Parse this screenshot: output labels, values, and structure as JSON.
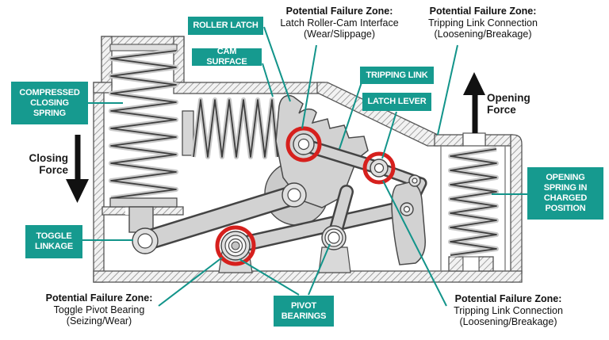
{
  "diagram_labels": {
    "roller_latch": "ROLLER LATCH",
    "cam_surface": "CAM SURFACE",
    "compressed_closing_spring": "COMPRESSED CLOSING SPRING",
    "tripping_link": "TRIPPING LINK",
    "latch_lever": "LATCH LEVER",
    "opening_spring": "OPENING SPRING IN CHARGED POSITION",
    "toggle_linkage": "TOGGLE LINKAGE",
    "pivot_bearings": "PIVOT BEARINGS"
  },
  "failure_zones": [
    {
      "position": "top-center",
      "heading": "Potential Failure Zone:",
      "detail": "Latch Roller-Cam Interface",
      "mode": "(Wear/Slippage)"
    },
    {
      "position": "top-right",
      "heading": "Potential Failure Zone:",
      "detail": "Tripping Link Connection",
      "mode": "(Loosening/Breakage)"
    },
    {
      "position": "bottom-left",
      "heading": "Potential Failure Zone:",
      "detail": "Toggle Pivot Bearing",
      "mode": "(Seizing/Wear)"
    },
    {
      "position": "bottom-right",
      "heading": "Potential Failure Zone:",
      "detail": "Tripping Link Connection",
      "mode": "(Loosening/Breakage)"
    }
  ],
  "forces": {
    "closing": "Closing Force",
    "opening": "Opening Force"
  },
  "colors": {
    "label_teal": "#169a8f",
    "leader_teal": "#12948a",
    "failure_red": "#d6201d",
    "arrow_black": "#111111"
  }
}
